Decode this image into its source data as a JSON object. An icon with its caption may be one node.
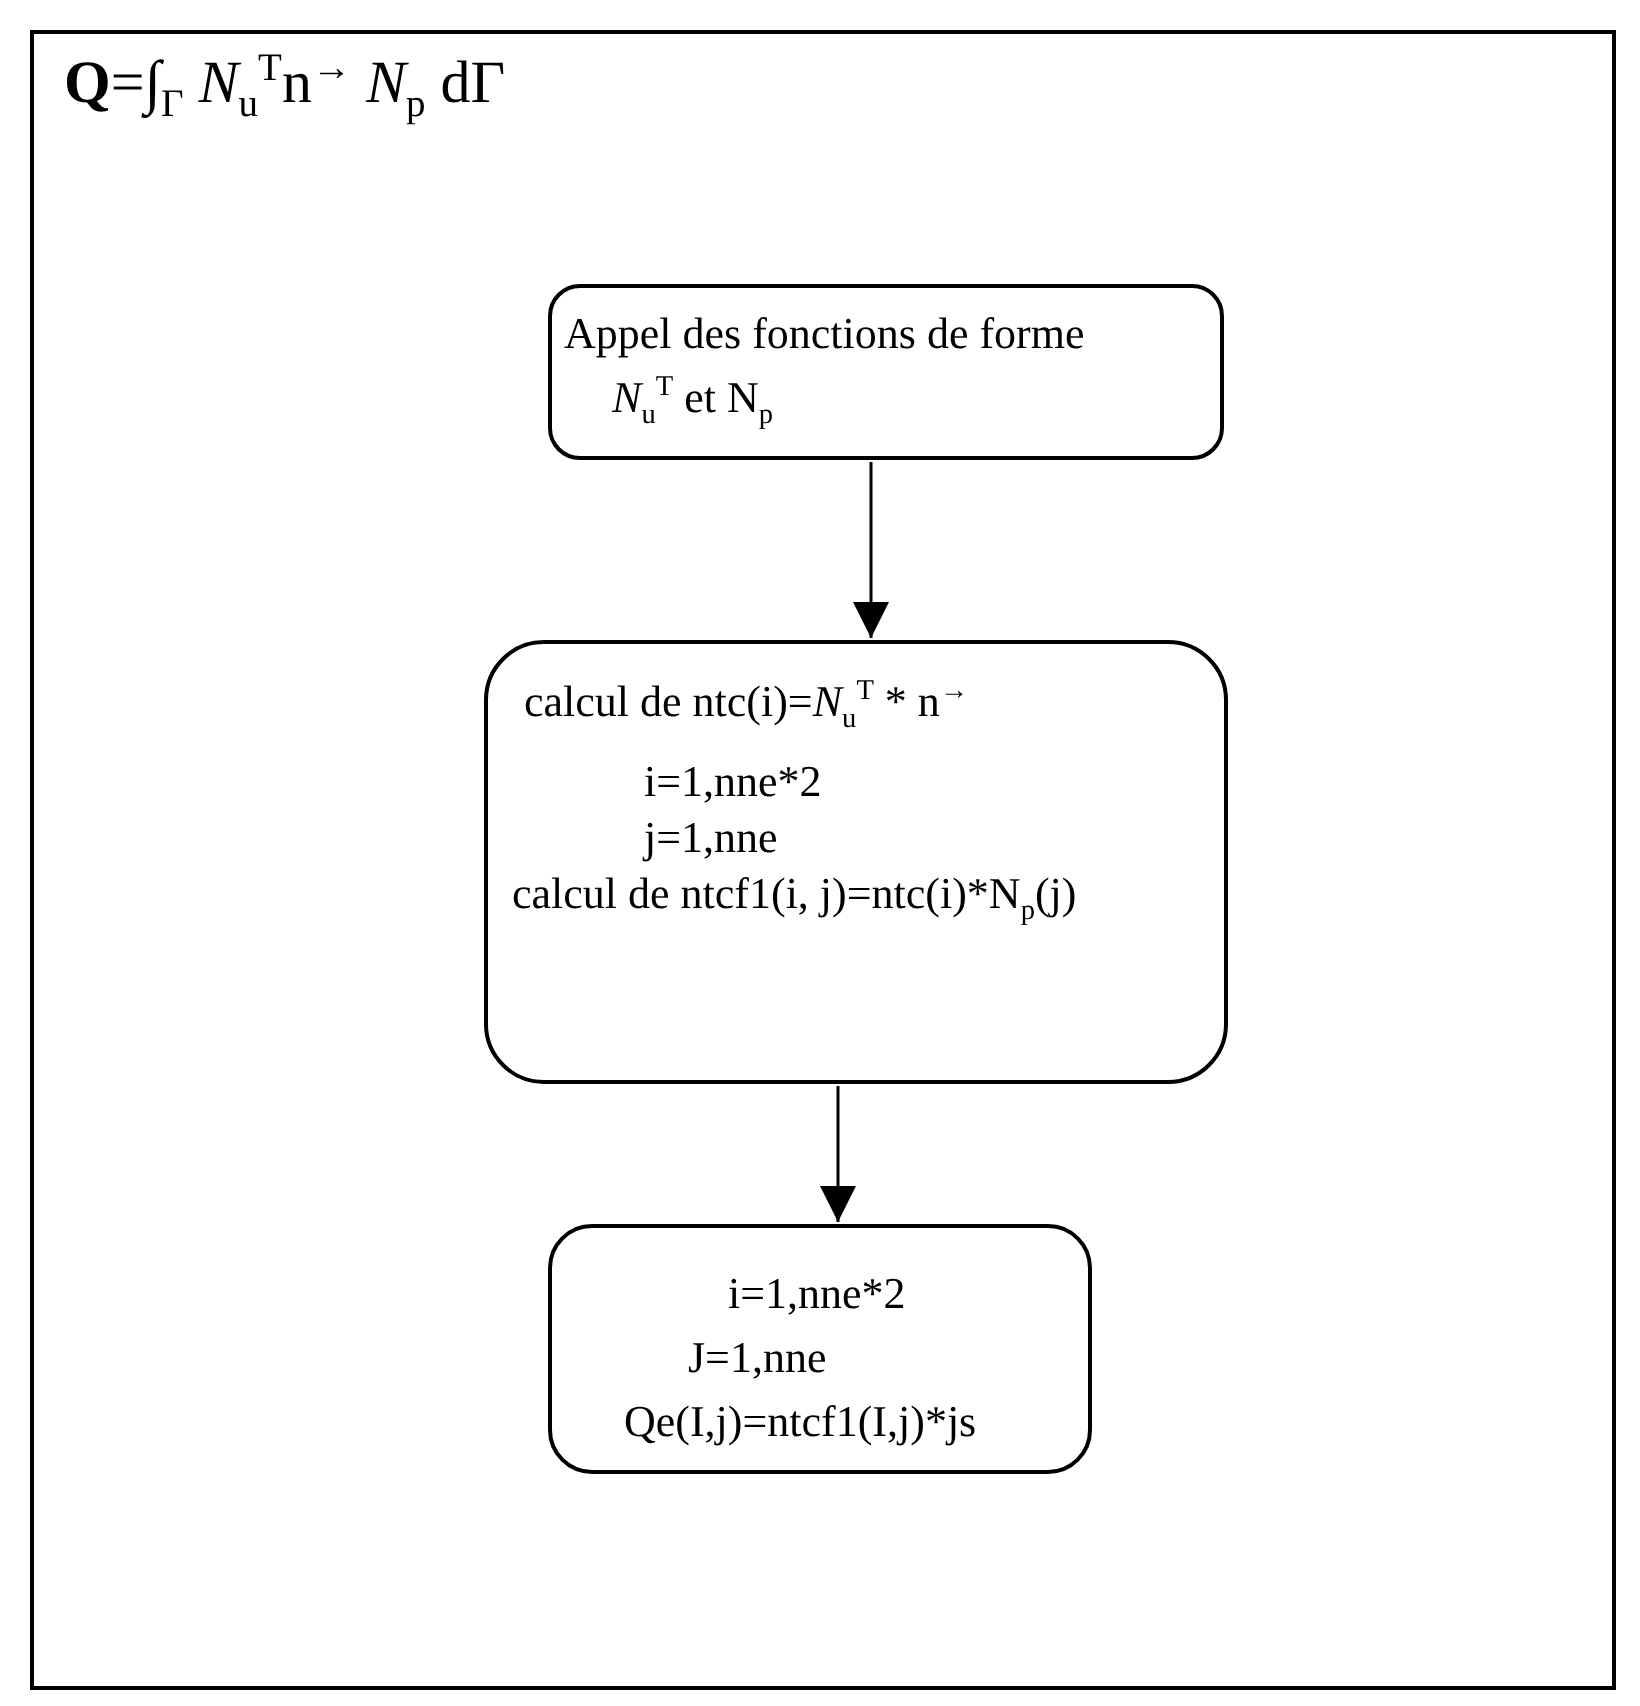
{
  "diagram": {
    "nodes": [
      {
        "text": [
          "**Q**=∫$_{Γ}$ *N*$_{u}$$^{T}$n$^{→}$ *N*$_{p}$ dΓ"
        ]
      },
      {
        "text": [
          "Appel des fonctions de forme",
          "*N*$_{u}$$^{T}$ et N$_{p}$"
        ],
        "in": 0
      },
      {
        "text": [
          "calcul de ntc(i)=*N*$_{u}$$^{T}$ * n$^{→}$",
          "i=1,nne*2",
          "j=1,nne",
          "calcul de ntcf1(i, j)=ntc(i)*N$_{p}$(j)"
        ],
        "in": 0
      },
      {
        "text": [
          "i=1,nne*2",
          "J=1,nne",
          "Qe(I,j)=ntcf1(I,j)*js"
        ],
        "in": 0
      }
    ],
    "edges": [
      {
        "from": 1,
        "to": 2,
        "arrow": "to"
      },
      {
        "from": 2,
        "to": 3,
        "arrow": "to"
      }
    ]
  }
}
